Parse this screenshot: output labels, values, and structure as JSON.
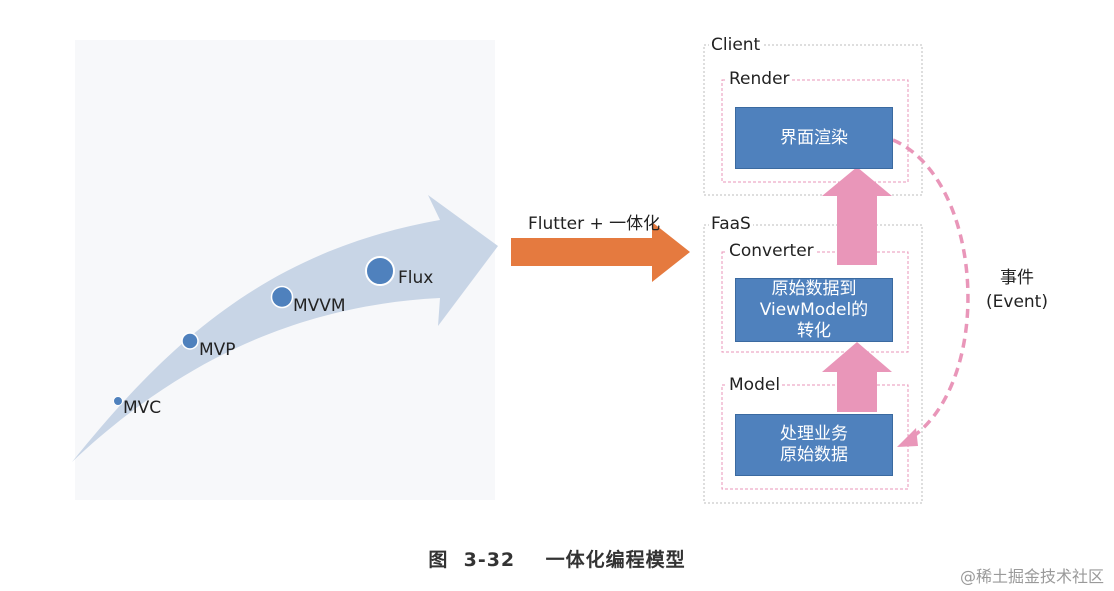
{
  "evolution": {
    "stages": [
      {
        "name": "MVC"
      },
      {
        "name": "MVP"
      },
      {
        "name": "MVVM"
      },
      {
        "name": "Flux"
      }
    ]
  },
  "transition": {
    "label": "Flutter + 一体化"
  },
  "client": {
    "title": "Client",
    "render": {
      "title": "Render",
      "box": "界面渲染"
    }
  },
  "faas": {
    "title": "FaaS",
    "converter": {
      "title": "Converter",
      "box_lines": [
        "原始数据到",
        "ViewModel的",
        "转化"
      ]
    },
    "model": {
      "title": "Model",
      "box_lines": [
        "处理业务",
        "原始数据"
      ]
    }
  },
  "event": {
    "line1": "事件",
    "line2": "(Event)"
  },
  "caption": "图  3-32    一体化编程模型",
  "watermark": "@稀土掘金技术社区",
  "colors": {
    "curve_arrow": "#c8d5e6",
    "stage_dot": "#4f81bd",
    "orange_arrow": "#e57a3f",
    "blue_box": "#4f81bd",
    "pink": "#e996b9",
    "gray_dashed": "#bcbcbc"
  }
}
